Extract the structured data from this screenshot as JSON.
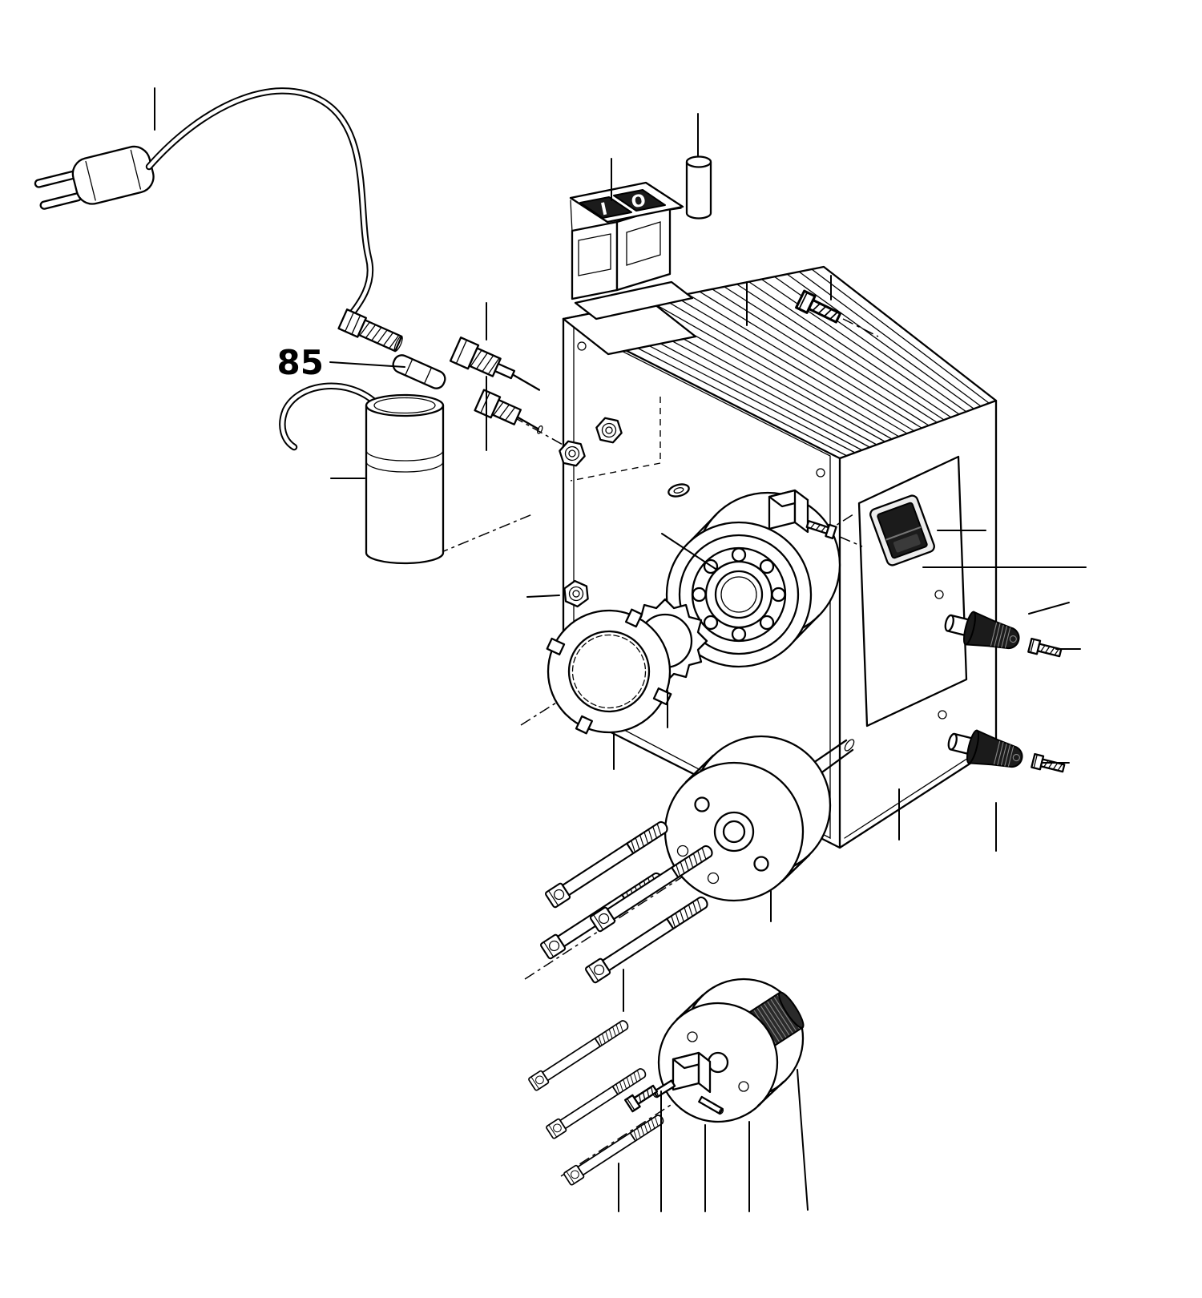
{
  "diagram": {
    "background_color": "#ffffff",
    "line_color": "#000000",
    "callout": {
      "label": "85"
    },
    "power_switch": {
      "on_symbol": "I",
      "off_symbol": "O"
    }
  }
}
